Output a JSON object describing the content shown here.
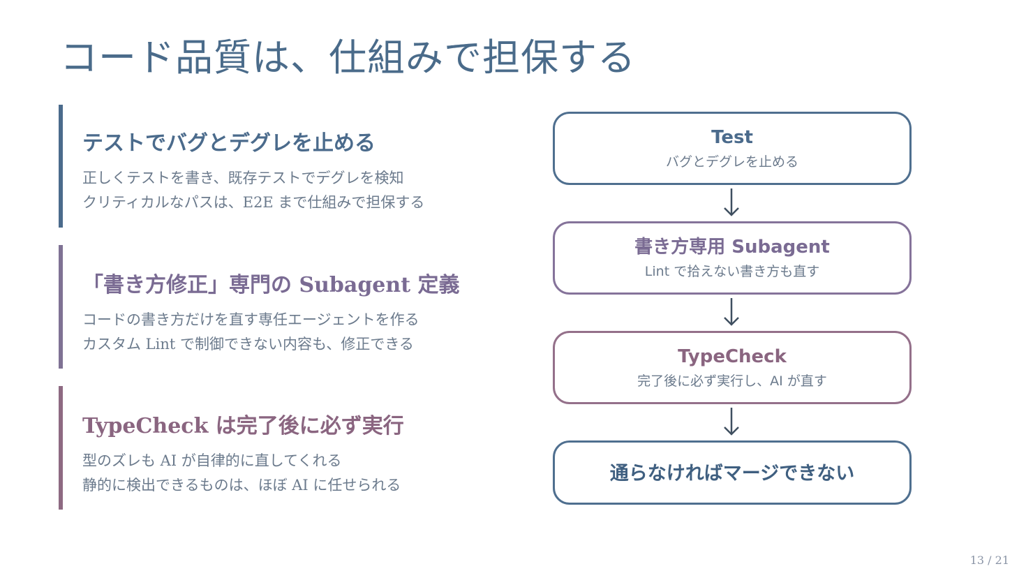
{
  "slide": {
    "title": "コード品質は、仕組みで担保する",
    "page_number": "13 / 21"
  },
  "points": [
    {
      "heading": "テストでバグとデグレを止める",
      "line1": "正しくテストを書き、既存テストでデグレを検知",
      "line2": "クリティカルなパスは、E2E まで仕組みで担保する"
    },
    {
      "heading": "「書き方修正」専門の Subagent 定義",
      "line1": "コードの書き方だけを直す専任エージェントを作る",
      "line2": "カスタム Lint で制御できない内容も、修正できる"
    },
    {
      "heading": "TypeCheck は完了後に必ず実行",
      "line1": "型のズレも AI が自律的に直してくれる",
      "line2": "静的に検出できるものは、ほぼ AI に任せられる"
    }
  ],
  "flow": [
    {
      "title": "Test",
      "subtitle": "バグとデグレを止める"
    },
    {
      "title": "書き方専用 Subagent",
      "subtitle": "Lint で拾えない書き方も直す"
    },
    {
      "title": "TypeCheck",
      "subtitle": "完了後に必ず実行し、AI が直す"
    },
    {
      "title": "通らなければマージできない"
    }
  ],
  "colors": {
    "blue": "#4b6b8c",
    "purple": "#7a6b93",
    "mauve": "#8a6580",
    "body_text": "#6b7a8c"
  }
}
